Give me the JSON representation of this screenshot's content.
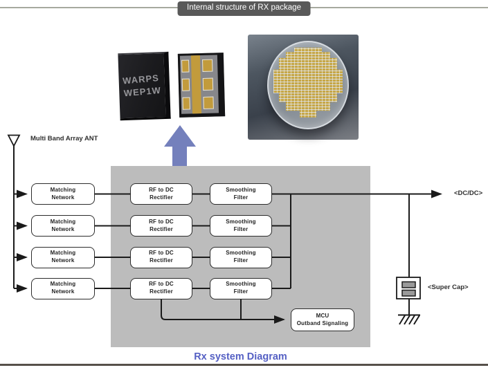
{
  "header": {
    "title": "Internal structure of RX package"
  },
  "package": {
    "marking_line1": "WARPS",
    "marking_line2": "WEP1W"
  },
  "diagram": {
    "ant_label": "Multi Band Array ANT",
    "dcdc_label": "<DC/DC>",
    "supercap_label": "<Super Cap>",
    "caption": "Rx system Diagram",
    "row_count": 4,
    "blocks": {
      "matching": {
        "line1": "Matching",
        "line2": "Network"
      },
      "rectifier": {
        "line1": "RF to DC",
        "line2": "Rectifier"
      },
      "smoothing": {
        "line1": "Smoothing",
        "line2": "Filter"
      },
      "mcu": {
        "line1": "MCU",
        "line2": "Outband Signaling"
      }
    }
  },
  "colors": {
    "badge_bg": "#595959",
    "panel_bg": "#bcbcbc",
    "arrow_accent": "#7480bc",
    "caption_text": "#5560c4",
    "wire": "#1a1a1a",
    "chip_gold": "#c29b3c"
  }
}
